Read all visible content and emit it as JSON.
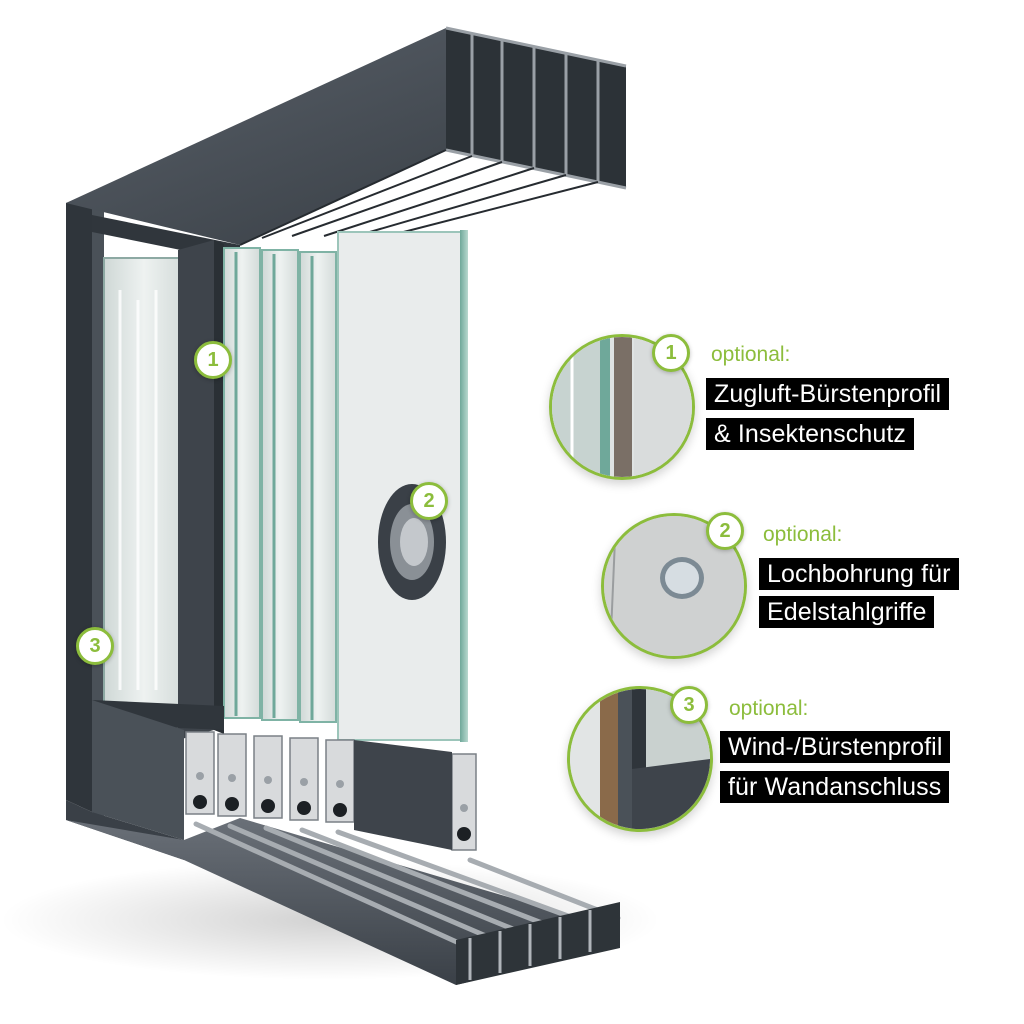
{
  "colors": {
    "accent_green": "#8cbd3c",
    "frame_anthracite": "#3e444b",
    "label_background": "#000000",
    "label_text": "#ffffff"
  },
  "icons": {
    "marker_shape": "circle-number-badge",
    "detail_shape": "circular-zoom-detail"
  },
  "markers": [
    {
      "number": "1"
    },
    {
      "number": "2"
    },
    {
      "number": "3"
    }
  ],
  "callouts": [
    {
      "number": "1",
      "optional_label": "optional:",
      "lines": [
        "Zugluft-Bürstenprofil",
        "& Insektenschutz"
      ]
    },
    {
      "number": "2",
      "optional_label": "optional:",
      "lines": [
        "Lochbohrung für",
        "Edelstahlgriffe"
      ]
    },
    {
      "number": "3",
      "optional_label": "optional:",
      "lines": [
        "Wind-/Bürstenprofil",
        "für Wandanschluss"
      ]
    }
  ]
}
